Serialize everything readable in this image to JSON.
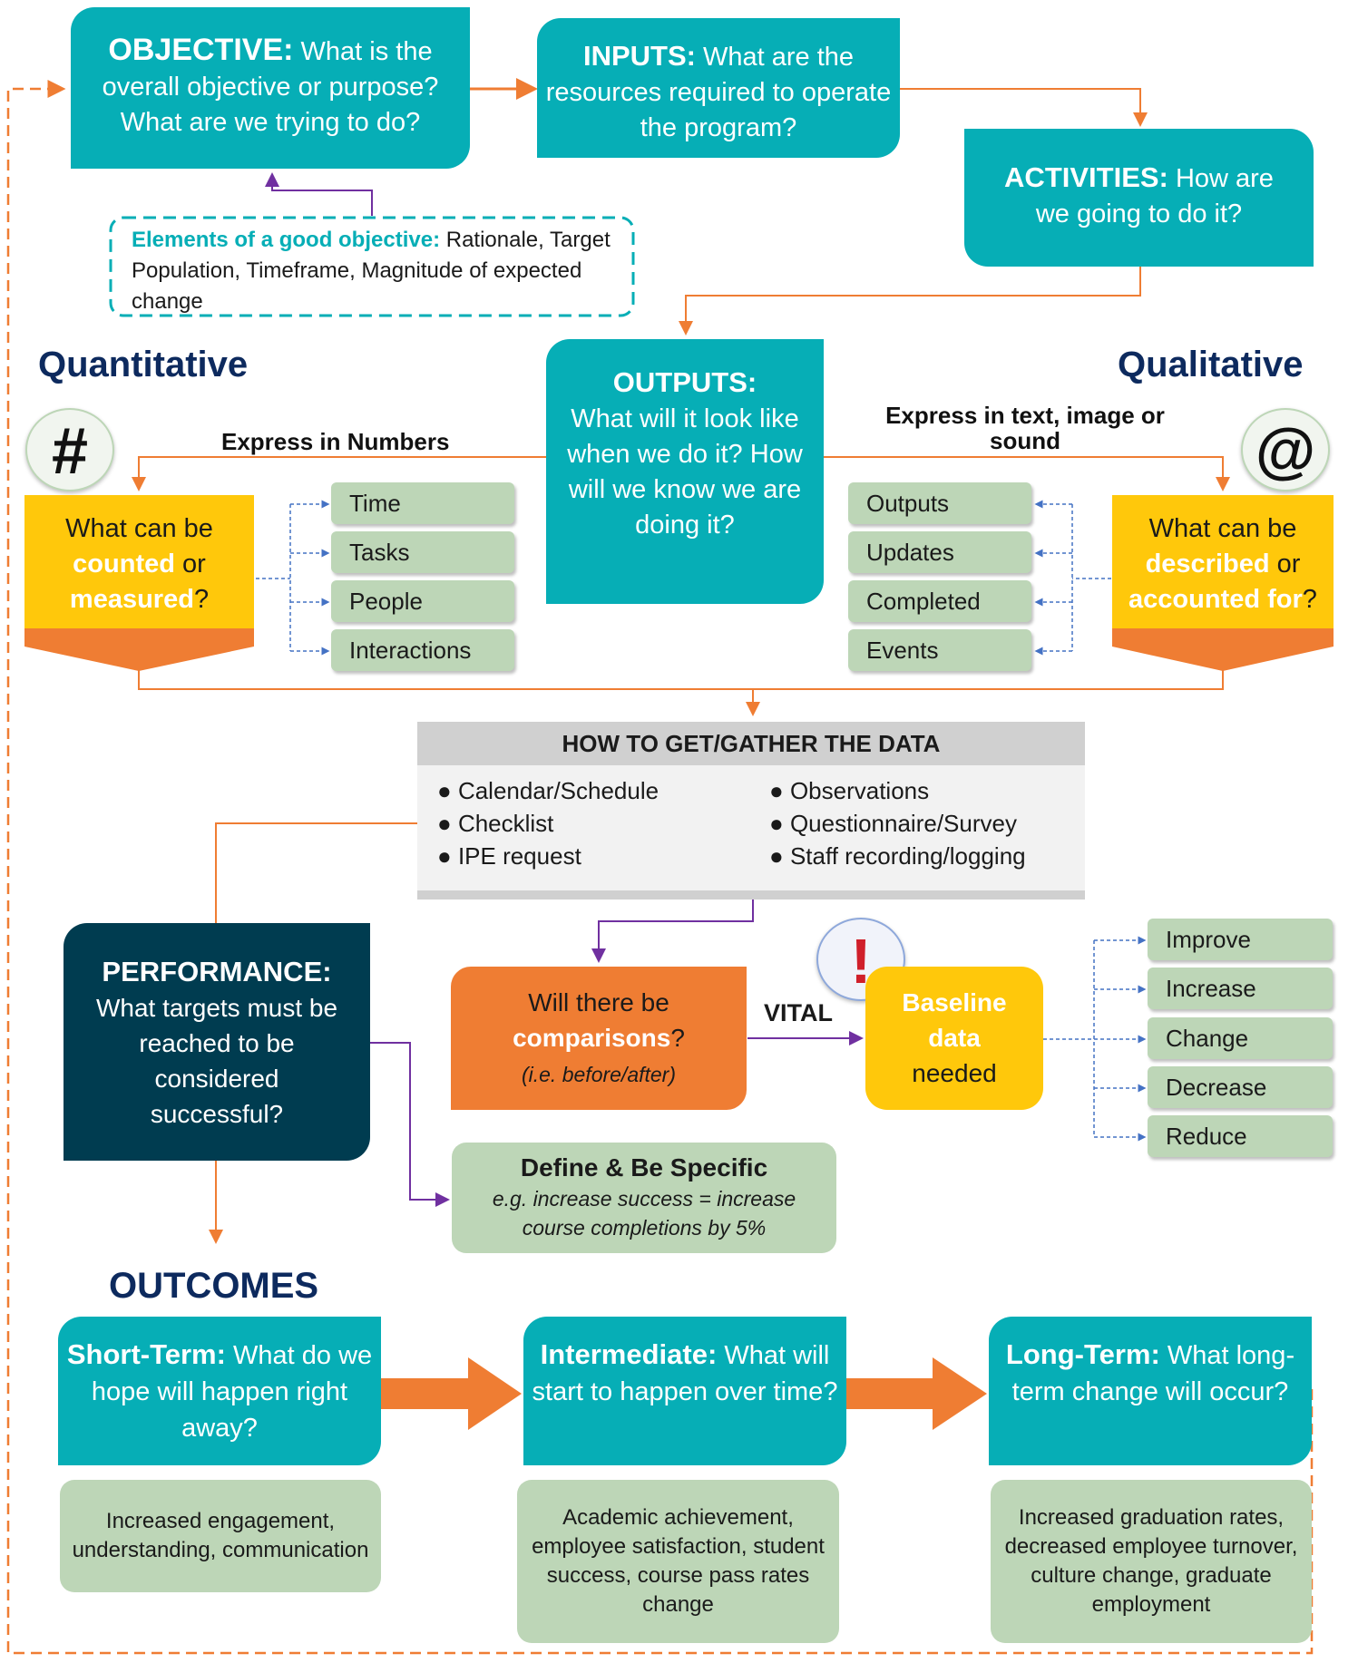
{
  "colors": {
    "teal": "#06aeb6",
    "orange": "#ef7d33",
    "yellow": "#ffc80b",
    "green": "#bdd6b7",
    "navy": "#0d2a5e",
    "dark_teal": "#003c50",
    "purple": "#7030a0"
  },
  "objective": {
    "title": "OBJECTIVE:",
    "text": "What is the overall objective or purpose? What are we trying to do?"
  },
  "inputs": {
    "title": "INPUTS:",
    "text": "What are the resources required to operate the program?"
  },
  "activities": {
    "title": "ACTIVITIES:",
    "text": "How are we going to do it?"
  },
  "good_objective": {
    "title": "Elements of a good objective:",
    "text": "Rationale, Target Population, Timeframe, Magnitude of expected change"
  },
  "outputs": {
    "title": "OUTPUTS:",
    "text": "What will it look like when we do it? How will we know we are doing it?"
  },
  "quantitative": {
    "heading": "Quantitative",
    "subheading": "Express in Numbers",
    "icon": "hash-icon",
    "icon_text": "#",
    "box": {
      "pre": "What can be",
      "hl1": "counted",
      "mid": "or",
      "hl2": "measured",
      "post": "?"
    },
    "items": [
      "Time",
      "Tasks",
      "People",
      "Interactions"
    ]
  },
  "qualitative": {
    "heading": "Qualitative",
    "subheading": "Express in text, image or sound",
    "icon": "at-sign-icon",
    "icon_text": "@",
    "box": {
      "pre": "What can be",
      "hl1": "described",
      "mid": "or",
      "hl2": "accounted for",
      "post": "?"
    },
    "items": [
      "Outputs",
      "Updates",
      "Completed",
      "Events"
    ]
  },
  "data_gathering": {
    "title": "HOW TO GET/GATHER THE DATA",
    "left": [
      "Calendar/Schedule",
      "Checklist",
      "IPE request"
    ],
    "right": [
      "Observations",
      "Questionnaire/Survey",
      "Staff recording/logging"
    ]
  },
  "performance": {
    "title": "PERFORMANCE:",
    "text": "What targets must be reached to be considered successful?"
  },
  "comparisons": {
    "pre": "Will there be",
    "hl": "comparisons",
    "post": "?",
    "note": "(i.e. before/after)"
  },
  "vital_label": "VITAL",
  "alert_icon": {
    "icon": "exclamation-icon",
    "glyph": "!"
  },
  "baseline": {
    "hl1": "Baseline",
    "hl2": "data",
    "text": "needed"
  },
  "change_items": [
    "Improve",
    "Increase",
    "Change",
    "Decrease",
    "Reduce"
  ],
  "define": {
    "title": "Define & Be Specific",
    "text": "e.g. increase success = increase course completions by 5%"
  },
  "outcomes_heading": "OUTCOMES",
  "short_term": {
    "title": "Short-Term:",
    "text_a": "What",
    "text_b": "do we hope will happen right away?",
    "detail": "Increased engagement, understanding, communication"
  },
  "intermediate": {
    "title": "Intermediate:",
    "text_a": "What",
    "text_b": "will start to happen over time?",
    "detail": "Academic achievement, employee satisfaction, student success, course pass rates change"
  },
  "long_term": {
    "title": "Long-Term:",
    "text_a": "What",
    "text_b": "long-term change will occur?",
    "detail": "Increased graduation rates, decreased employee turnover, culture change, graduate employment"
  }
}
